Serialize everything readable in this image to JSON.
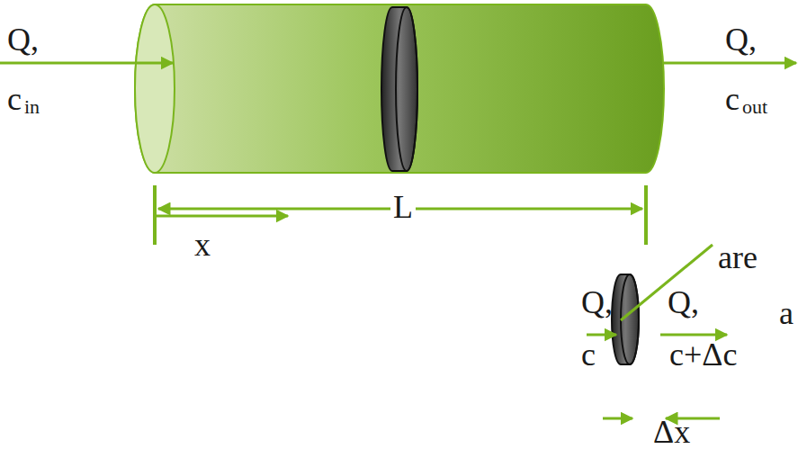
{
  "diagram": {
    "labels": [
      "Q,",
      "c",
      "in",
      "Q,",
      "c",
      "out",
      "L",
      "x",
      "are",
      "a",
      "Q,",
      "c",
      "Q,",
      "c+Δc",
      "Δx"
    ]
  }
}
